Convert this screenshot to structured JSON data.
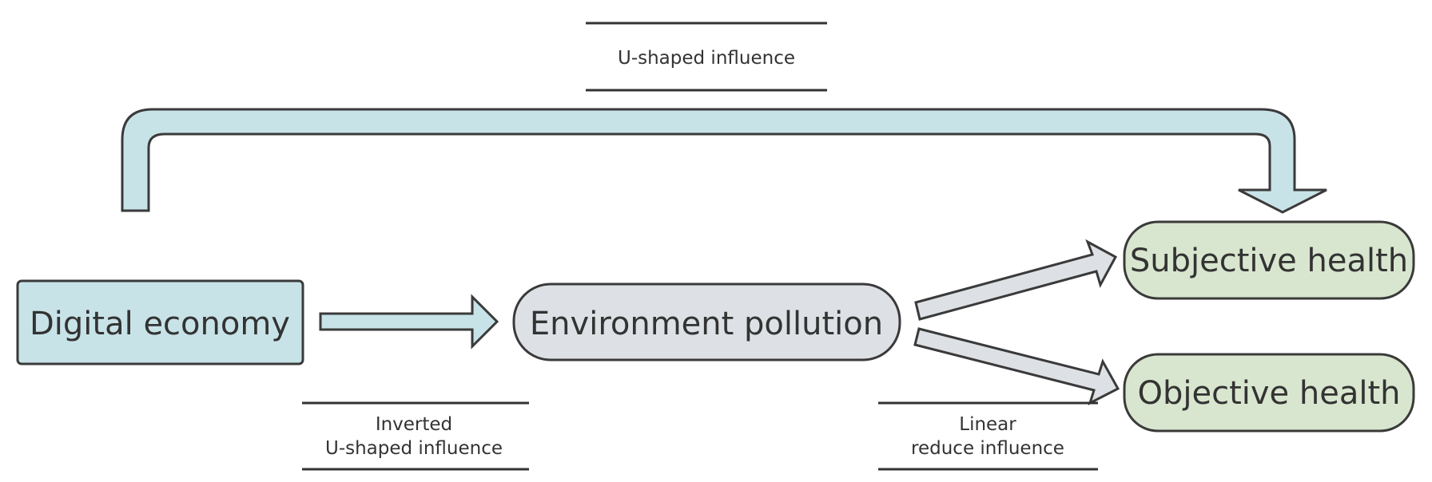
{
  "nodes": {
    "digital_economy": "Digital economy",
    "environment_pollution": "Environment pollution",
    "subjective_health": "Subjective health",
    "objective_health": "Objective health"
  },
  "edges": {
    "direct": {
      "label": "U-shaped influence"
    },
    "economy_to_pollution": {
      "line1": "Inverted",
      "line2": "U-shaped influence"
    },
    "pollution_to_health": {
      "line1": "Linear",
      "line2": "reduce influence"
    }
  },
  "colors": {
    "blue_fill": "#c8e3e8",
    "grey_fill": "#dde1e5",
    "green_fill": "#d9e6cf",
    "stroke": "#3a3a3a"
  }
}
